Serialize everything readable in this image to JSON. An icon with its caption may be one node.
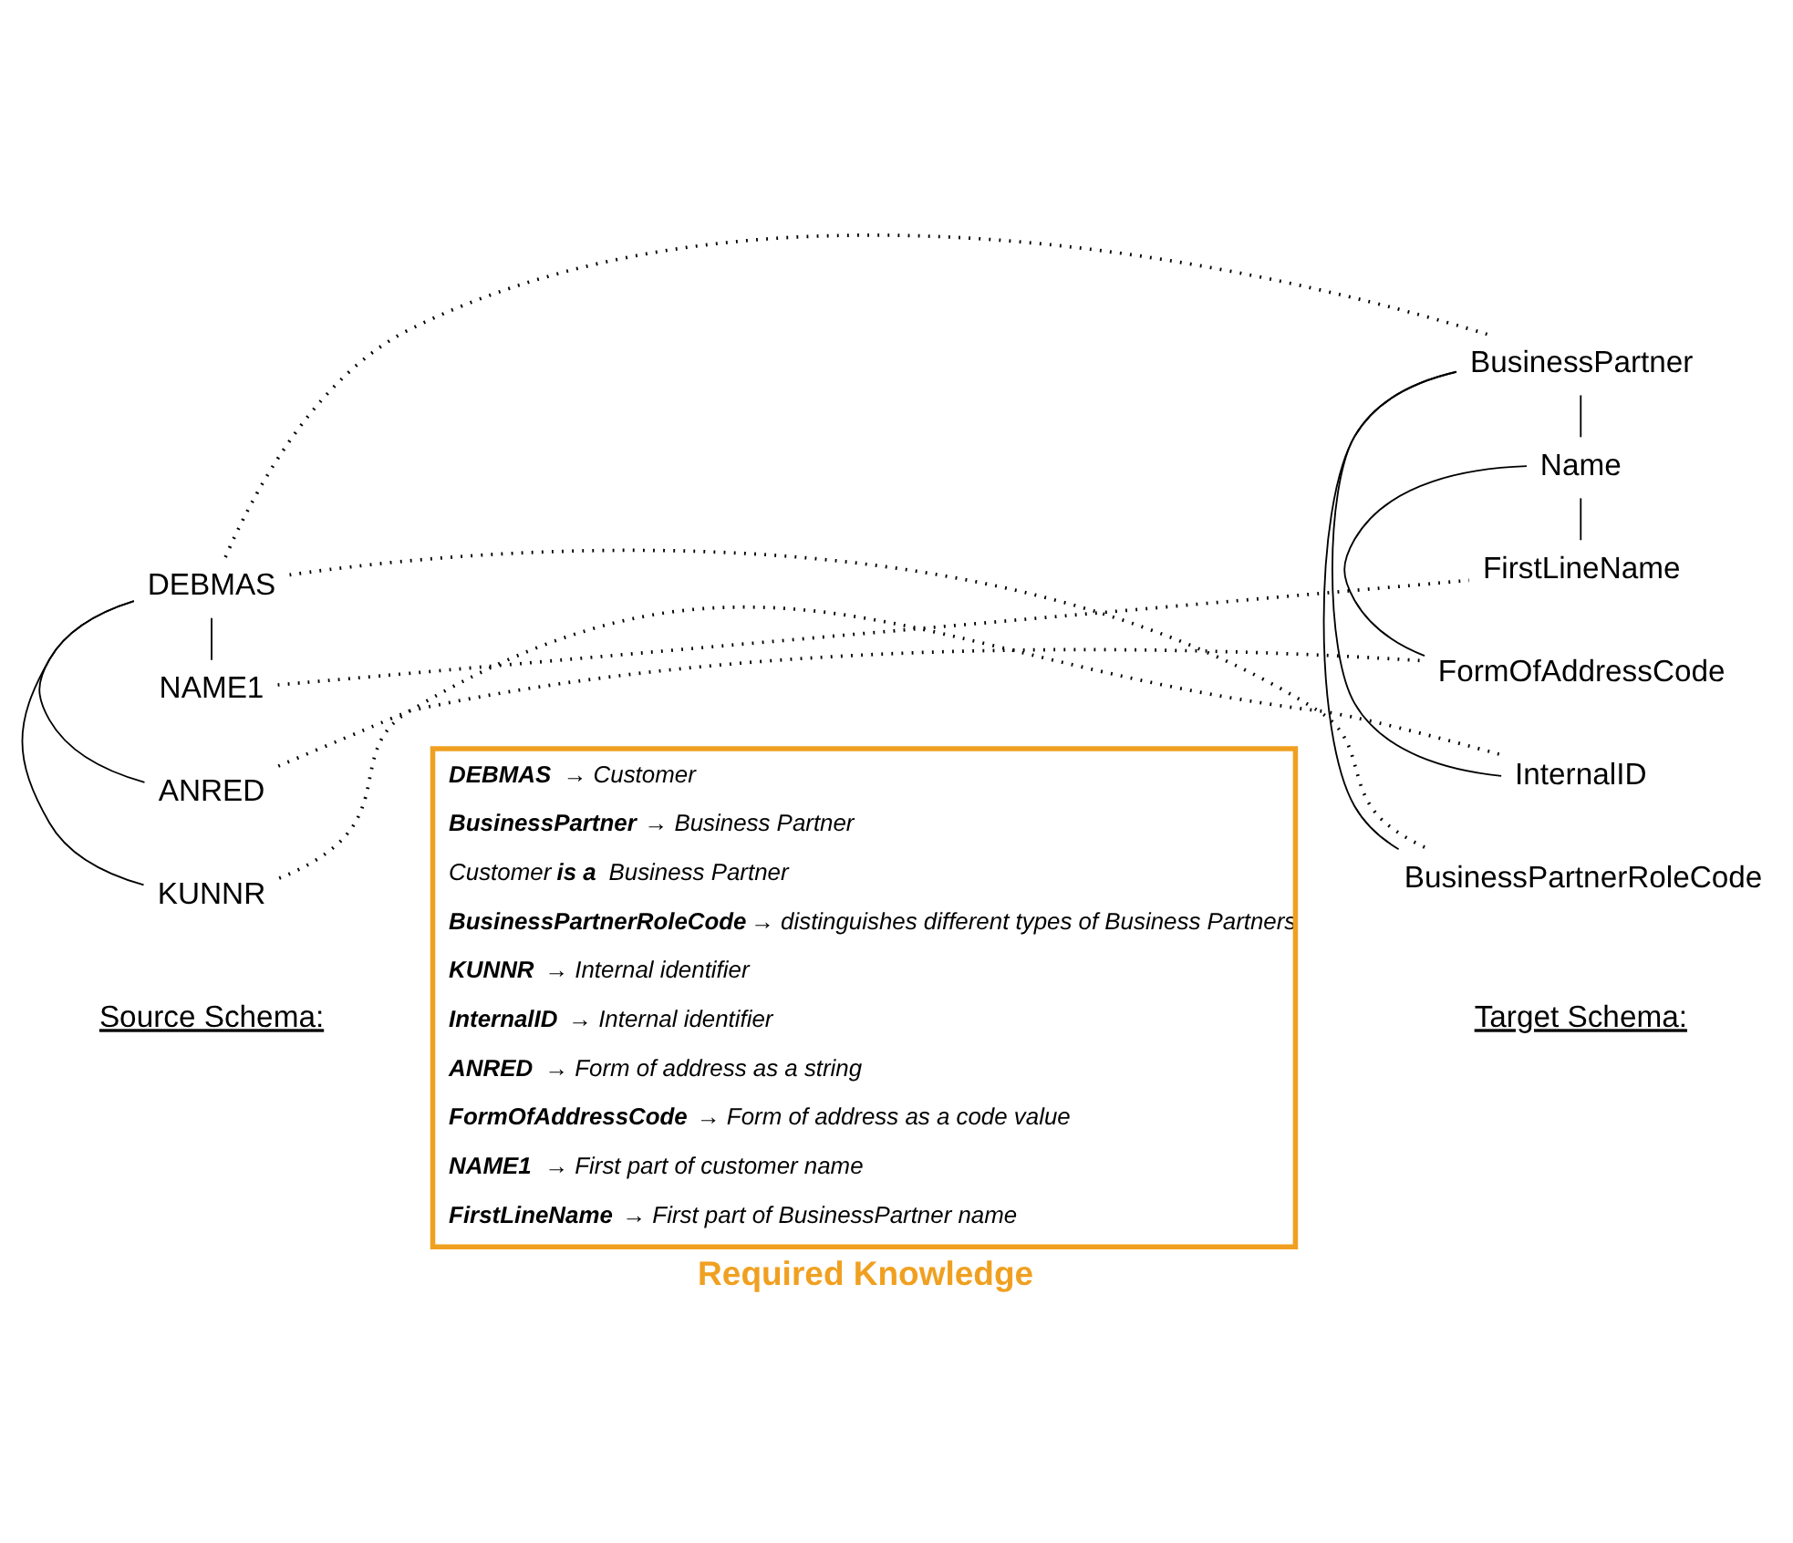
{
  "diagram": {
    "nodes": [
      {
        "text": [
          "DEBMAS"
        ]
      },
      {
        "text": [
          "KUNNR"
        ]
      },
      {
        "text": [
          "ANRED"
        ]
      },
      {
        "text": [
          "NAME1"
        ]
      },
      {
        "text": [
          "BusinessPartner"
        ]
      },
      {
        "text": [
          "BusinessPartnerRoleCode"
        ]
      },
      {
        "text": [
          "InternalID"
        ]
      },
      {
        "text": [
          "Name"
        ]
      },
      {
        "text": [
          "FormOfAddressCode"
        ]
      },
      {
        "text": [
          "FirstLineName"
        ]
      },
      {
        "text": [
          "**DEBMAS** → Customer",
          "**BusinessPartner** → Business Partner",
          "Customer **is a** Business Partner",
          "**BusinessPartnerRoleCode** → distinguishes different types of Business Partners",
          "**KUNNR** → Internal identifier",
          "**InternalID** → Internal identifier",
          "**ANRED** → Form of address as a string",
          "**FormOfAddressCode** → Form of address as a code value",
          "**NAME1** → First part of customer name",
          "**FirstLineName** → First part of BusinessPartner name",
          "Required Knowledge"
        ]
      }
    ],
    "edges": [
      {
        "from": 0,
        "to": 1,
        "arrow": "none"
      },
      {
        "from": 0,
        "to": 2,
        "arrow": "none"
      },
      {
        "from": 0,
        "to": 3,
        "arrow": "none"
      },
      {
        "from": 4,
        "to": 5,
        "arrow": "none"
      },
      {
        "from": 4,
        "to": 6,
        "arrow": "none"
      },
      {
        "from": 4,
        "to": 7,
        "arrow": "none"
      },
      {
        "from": 7,
        "to": 8,
        "arrow": "none"
      },
      {
        "from": 7,
        "to": 9,
        "arrow": "none"
      },
      {
        "from": 0,
        "to": 4,
        "arrow": "none",
        "style": "dashed"
      },
      {
        "from": 0,
        "to": 5,
        "arrow": "none",
        "style": "dashed"
      },
      {
        "from": 1,
        "to": 6,
        "arrow": "none",
        "style": "dashed"
      },
      {
        "from": 2,
        "to": 8,
        "arrow": "none",
        "style": "dashed"
      },
      {
        "from": 3,
        "to": 9,
        "arrow": "none",
        "style": "dashed"
      }
    ],
    "labels": [
      "Source Schema:",
      "Target Schema:"
    ]
  }
}
